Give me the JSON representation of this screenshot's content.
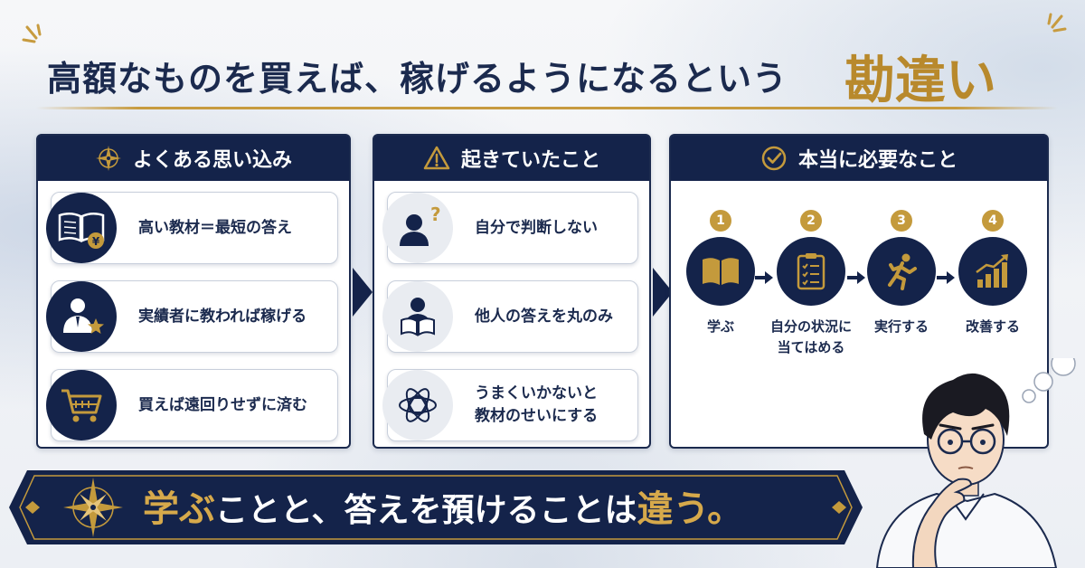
{
  "title": {
    "main": "高額なものを買えば、稼げるようになるという",
    "accent": "勘違い"
  },
  "panels": [
    {
      "header": "よくある思い込み",
      "header_icon": "compass-icon",
      "items": [
        {
          "label": "高い教材＝最短の答え",
          "icon": "book-yen-icon"
        },
        {
          "label": "実績者に教われば稼げる",
          "icon": "expert-star-icon"
        },
        {
          "label": "買えば遠回りせずに済む",
          "icon": "shopping-cart-icon"
        }
      ]
    },
    {
      "header": "起きていたこと",
      "header_icon": "warning-icon",
      "items": [
        {
          "label": "自分で判断しない",
          "icon": "person-question-icon"
        },
        {
          "label": "他人の答えを丸のみ",
          "icon": "person-reading-icon"
        },
        {
          "label_line1": "うまくいかないと",
          "label_line2": "教材のせいにする",
          "icon": "tangled-thread-icon"
        }
      ]
    },
    {
      "header": "本当に必要なこと",
      "header_icon": "check-circle-icon",
      "steps": [
        {
          "num": "1",
          "label_line1": "学ぶ",
          "label_line2": "",
          "icon": "open-book-icon"
        },
        {
          "num": "2",
          "label_line1": "自分の状況に",
          "label_line2": "当てはめる",
          "icon": "clipboard-checklist-icon"
        },
        {
          "num": "3",
          "label_line1": "実行する",
          "label_line2": "",
          "icon": "running-person-icon"
        },
        {
          "num": "4",
          "label_line1": "改善する",
          "label_line2": "",
          "icon": "growth-chart-icon"
        }
      ]
    }
  ],
  "banner": {
    "part1": "学ぶ",
    "part2": "ことと、答えを預けることは",
    "part3": "違う。"
  },
  "colors": {
    "navy": "#14234a",
    "gold": "#c49a3c",
    "text": "#1b2a4e"
  }
}
